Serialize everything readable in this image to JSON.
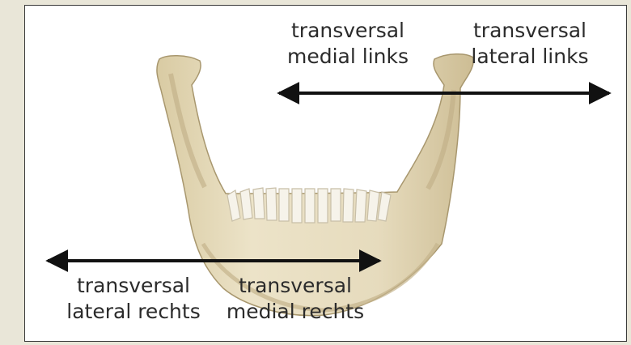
{
  "labels": {
    "transversal_medial_links": [
      "transversal",
      "medial links"
    ],
    "transversal_lateral_links": [
      "transversal",
      "lateral links"
    ],
    "transversal_lateral_rechts": [
      "transversal",
      "lateral rechts"
    ],
    "transversal_medial_rechts": [
      "transversal",
      "medial rechts"
    ]
  },
  "colors": {
    "bone": "#e8ddbf",
    "bone_shadow": "#bfae86",
    "teeth": "#f6f3ea",
    "arrow": "#111111",
    "frame_border": "#3a3a3a",
    "page_background": "#e9e6d8"
  }
}
